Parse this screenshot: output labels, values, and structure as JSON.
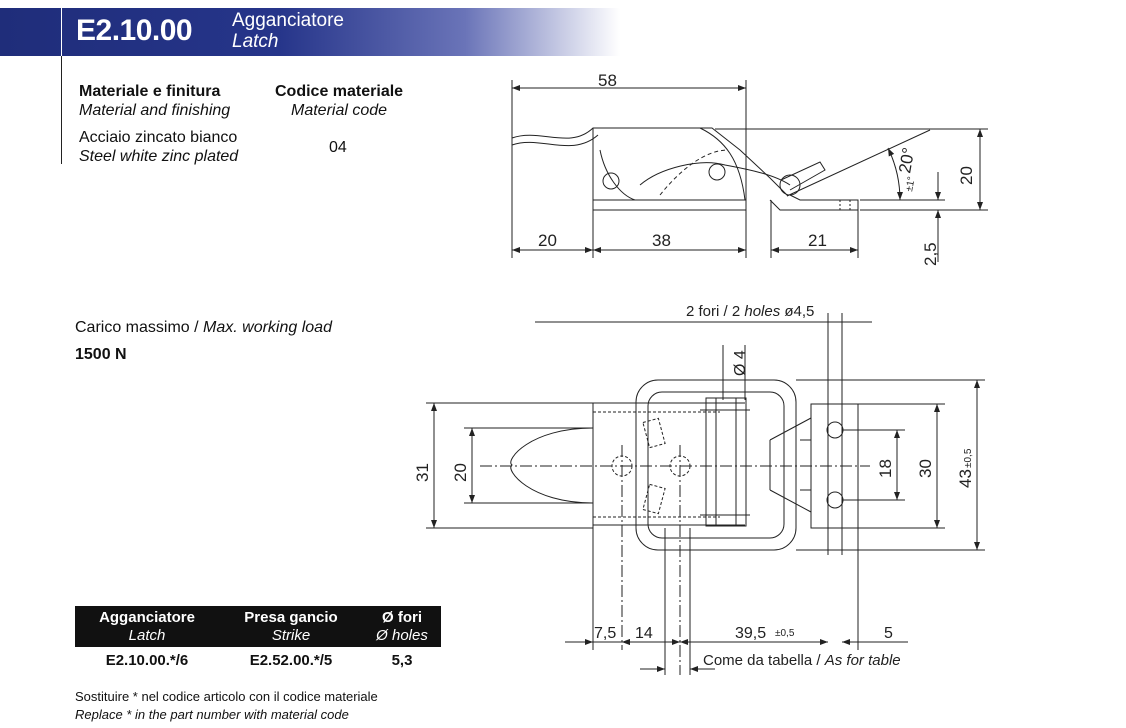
{
  "header": {
    "code": "E2.10.00",
    "title_it": "Agganciatore",
    "title_en": "Latch"
  },
  "material": {
    "label_it": "Materiale e finitura",
    "label_en": "Material and finishing",
    "value_it": "Acciaio zincato bianco",
    "value_en": "Steel white zinc plated"
  },
  "code_material": {
    "label_it": "Codice materiale",
    "label_en": "Material code",
    "value": "04"
  },
  "load": {
    "label_it": "Carico massimo / ",
    "label_en": "Max. working load",
    "value": "1500 N"
  },
  "table": {
    "headers": [
      {
        "it": "Agganciatore",
        "en": "Latch"
      },
      {
        "it": "Presa gancio",
        "en": "Strike"
      },
      {
        "it": "Ø fori",
        "en": "Ø holes"
      }
    ],
    "row": [
      "E2.10.00.*/6",
      "E2.52.00.*/5",
      "5,3"
    ]
  },
  "note": {
    "it": "Sostituire * nel codice articolo con il codice materiale",
    "en": "Replace * in the part number with material code"
  },
  "drawing_top": {
    "dim_58": "58",
    "dim_20_left": "20",
    "dim_38": "38",
    "dim_21": "21",
    "dim_angle": "20°",
    "dim_angle_tol": "±1°",
    "dim_20_right": "20",
    "dim_2_5": "2,5"
  },
  "drawing_bottom": {
    "holes_it": "2 fori / 2 ",
    "holes_en": "holes",
    "holes_dia": " ø4,5",
    "dim_d4": "Ø 4",
    "dim_31": "31",
    "dim_20": "20",
    "dim_18": "18",
    "dim_30": "30",
    "dim_43": "43",
    "dim_43_tol": "±0,5",
    "dim_7_5": "7,5",
    "dim_14": "14",
    "dim_39_5": "39,5",
    "dim_39_5_tol": "±0,5",
    "dim_5": "5",
    "table_note_it": "Come da tabella / ",
    "table_note_en": "As for table"
  }
}
